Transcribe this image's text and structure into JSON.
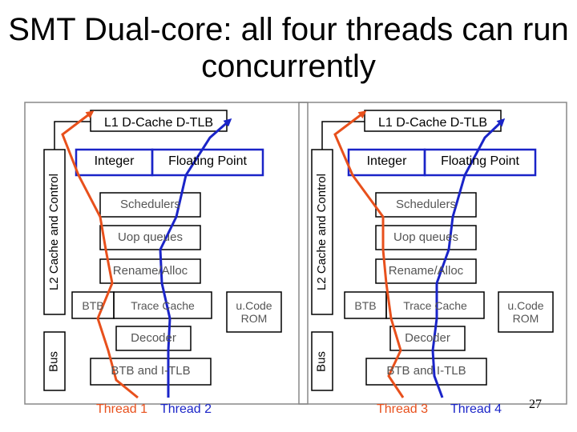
{
  "title": "SMT Dual-core: all four threads can run concurrently",
  "colors": {
    "thread1": "#e8501c",
    "thread2": "#1a24c8",
    "box": "#000000",
    "frame": "#888888"
  },
  "left_core": {
    "l1": "L1 D-Cache D-TLB",
    "integer": "Integer",
    "floating_point": "Floating Point",
    "schedulers": "Schedulers",
    "uop_queues": "Uop queues",
    "rename_alloc": "Rename/Alloc",
    "btb": "BTB",
    "trace_cache": "Trace Cache",
    "ucode_rom": "u.Code ROM",
    "decoder": "Decoder",
    "btb_itlb": "BTB and I-TLB",
    "l2": "L2 Cache and Control",
    "bus": "Bus",
    "thread_a": "Thread 1",
    "thread_b": "Thread 2"
  },
  "right_core": {
    "l1": "L1 D-Cache D-TLB",
    "integer": "Integer",
    "floating_point": "Floating Point",
    "schedulers": "Schedulers",
    "uop_queues": "Uop queues",
    "rename_alloc": "Rename/Alloc",
    "btb": "BTB",
    "trace_cache": "Trace Cache",
    "ucode_rom": "u.Code ROM",
    "decoder": "Decoder",
    "btb_itlb": "BTB and I-TLB",
    "l2": "L2 Cache and Control",
    "bus": "Bus",
    "thread_a": "Thread 3",
    "thread_b": "Thread 4"
  },
  "page_number": "27"
}
